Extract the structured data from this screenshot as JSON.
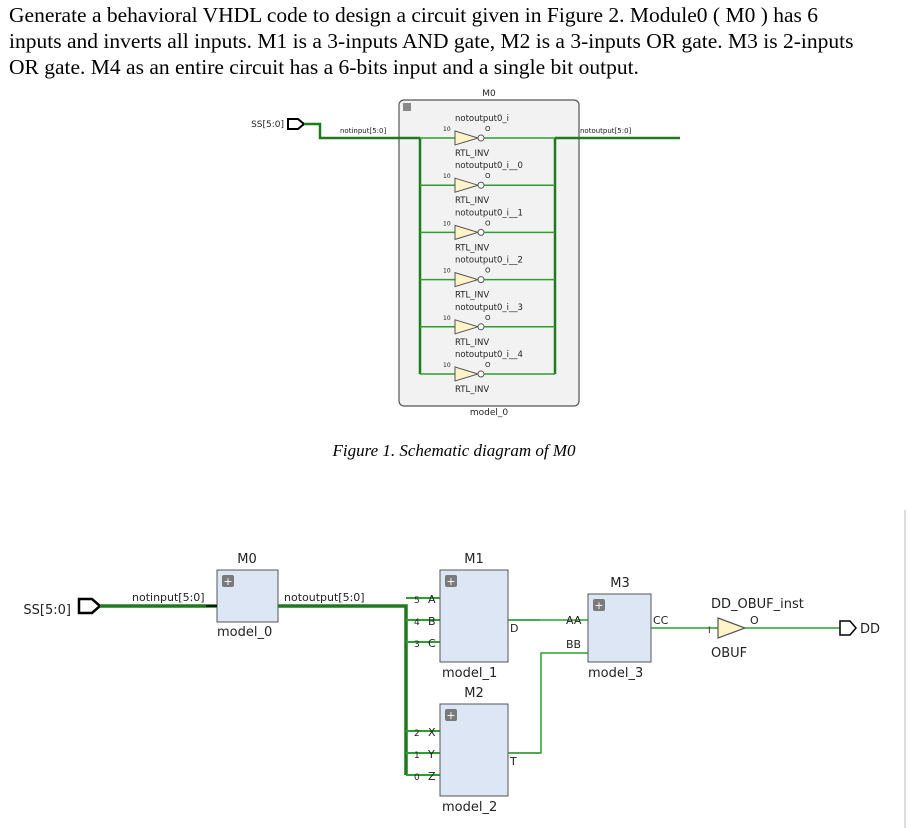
{
  "prompt": {
    "line1": "Generate a behavioral VHDL code to design a circuit given in Figure 2. Module0 ( M0 ) has 6",
    "line2": "inputs and inverts all inputs. M1 is a 3-inputs AND gate, M2 is a 3-inputs OR gate. M3 is 2-inputs",
    "line3": "OR gate. M4 as an entire circuit has a 6-bits input and a single bit output."
  },
  "figure1": {
    "caption": "Figure 1. Schematic diagram of M0",
    "module_title": "M0",
    "module_name": "model_0",
    "input_port": "SS[5:0]",
    "input_net": "notinput[5:0]",
    "output_net": "notoutput[5:0]",
    "bit_label": "10",
    "out_pin": "O",
    "cell_type": "RTL_INV",
    "inverters": [
      "notoutput0_i",
      "notoutput0_i__0",
      "notoutput0_i__1",
      "notoutput0_i__2",
      "notoutput0_i__3",
      "notoutput0_i__4"
    ]
  },
  "figure2": {
    "input_port": "SS[5:0]",
    "input_net": "notinput[5:0]",
    "output_net": "notoutput[5:0]",
    "m0": {
      "title": "M0",
      "name": "model_0"
    },
    "m1": {
      "title": "M1",
      "name": "model_1",
      "pins": [
        "A",
        "B",
        "C"
      ],
      "pin_bits": [
        "5",
        "4",
        "3"
      ],
      "out": "D"
    },
    "m2": {
      "title": "M2",
      "name": "model_2",
      "pins": [
        "X",
        "Y",
        "Z"
      ],
      "pin_bits": [
        "2",
        "1",
        "0"
      ],
      "out": "T"
    },
    "m3": {
      "title": "M3",
      "name": "model_3",
      "pins": [
        "AA",
        "BB"
      ],
      "out": "CC"
    },
    "obuf": {
      "inst": "DD_OBUF_inst",
      "type": "OBUF",
      "in_pin": "I",
      "out_pin": "O"
    },
    "output_port": "DD",
    "plus": "+"
  },
  "colors": {
    "wire": "#2ca02c",
    "bus": "#1f7a1f",
    "block_fill": "#dce6f5",
    "module_fill": "#f2f2f2",
    "inverter_fill": "#fff4c8"
  }
}
